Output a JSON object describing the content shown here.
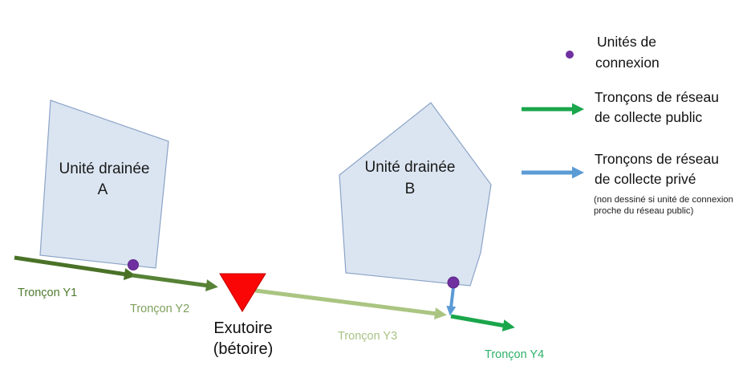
{
  "diagram": {
    "unit_a": {
      "line1": "Unité drainée",
      "line2": "A"
    },
    "unit_b": {
      "line1": "Unité drainée",
      "line2": "B"
    },
    "troncon_y1_label": "Tronçon Y1",
    "troncon_y2_label": "Tronçon Y2",
    "troncon_y3_label": "Tronçon Y3",
    "troncon_y4_label": "Tronçon Y4",
    "outlet": {
      "line1": "Exutoire",
      "line2": "(bétoire)"
    }
  },
  "legend": {
    "connection_units": {
      "line1": "Unités de",
      "line2": "connexion"
    },
    "public_network": {
      "line1": "Tronçons de réseau",
      "line2": "de collecte public"
    },
    "private_network": {
      "line1": "Tronçons de réseau",
      "line2": "de collecte privé"
    },
    "private_note": {
      "line1": "(non dessiné si unité de connexion",
      "line2": "proche du réseau public)"
    }
  },
  "colors": {
    "unit_fill": "#dbe5f1",
    "unit_border": "#8ba3c7",
    "connection_unit_purple": "#7030a0",
    "troncon_y1_dark_green": "#4a7227",
    "troncon_y2_mid_green": "#578236",
    "troncon_y3_pale_green": "#aac581",
    "troncon_y4_bright_green": "#1aa64b",
    "legend_public_green": "#1aa64b",
    "private_blue": "#5b9bd5",
    "outlet_red": "#fb0606",
    "label_y1": "#4d7a2e",
    "label_y2": "#7da05b",
    "label_y3": "#a9c386",
    "label_y4": "#2fb168"
  }
}
